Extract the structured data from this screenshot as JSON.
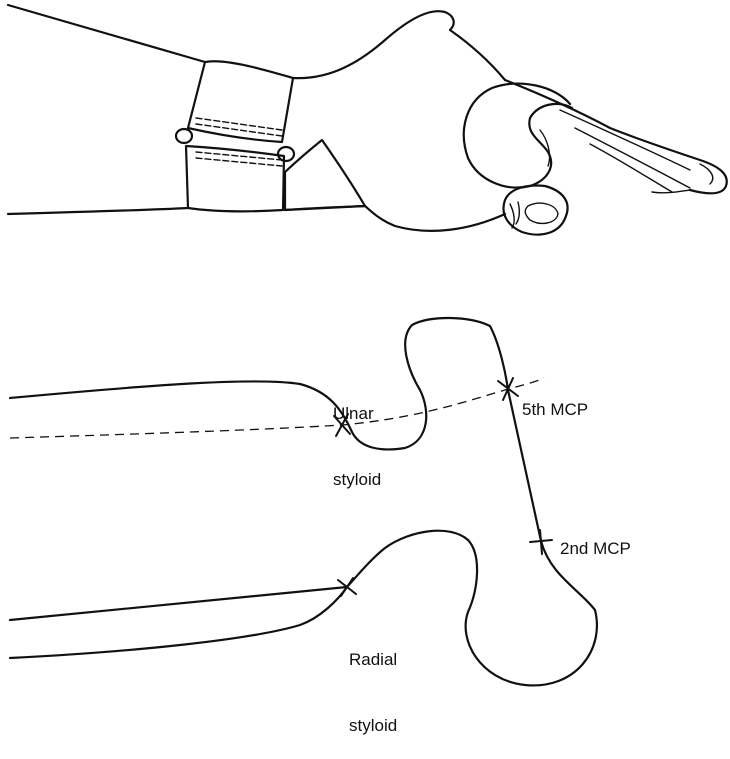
{
  "colors": {
    "ink": "#111111",
    "background": "#ffffff"
  },
  "illustration": {
    "top_panel": "hand with wrist strap",
    "bottom_panel": "hand outline with landmarks"
  },
  "landmarks": {
    "ulnar_styloid": {
      "line1": "Ulnar",
      "line2": "styloid"
    },
    "radial_styloid": {
      "line1": "Radial",
      "line2": "styloid"
    },
    "fifth_mcp": "5th MCP",
    "second_mcp": "2nd MCP"
  }
}
